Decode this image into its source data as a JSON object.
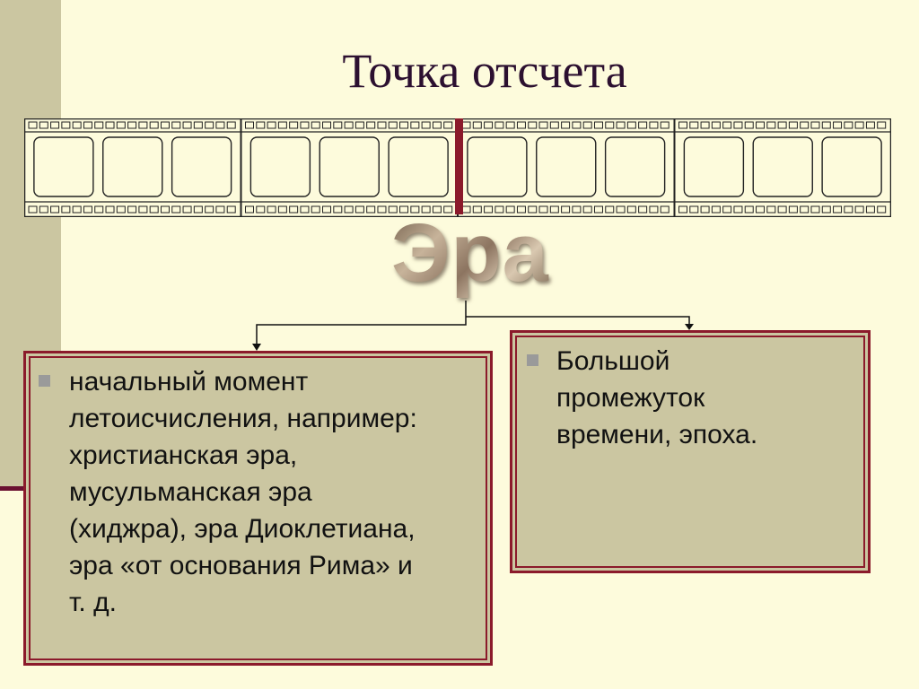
{
  "title": "Точка отсчета",
  "center_word": "Эра",
  "left_box": {
    "text": "начальный момент\nлетоисчисления, например:\nхристианская эра,\nмусульманская эра\n(хиджра), эра Диоклетиана,\nэра «от основания Рима» и\nт. д."
  },
  "right_box": {
    "text": "Большой\nпромежуток\nвремени, эпоха."
  },
  "colors": {
    "background": "#fdfbdc",
    "side_band": "#cbc6a1",
    "box_fill": "#cbc6a1",
    "border_accent": "#8b1a2b",
    "title_text": "#2c1030"
  }
}
